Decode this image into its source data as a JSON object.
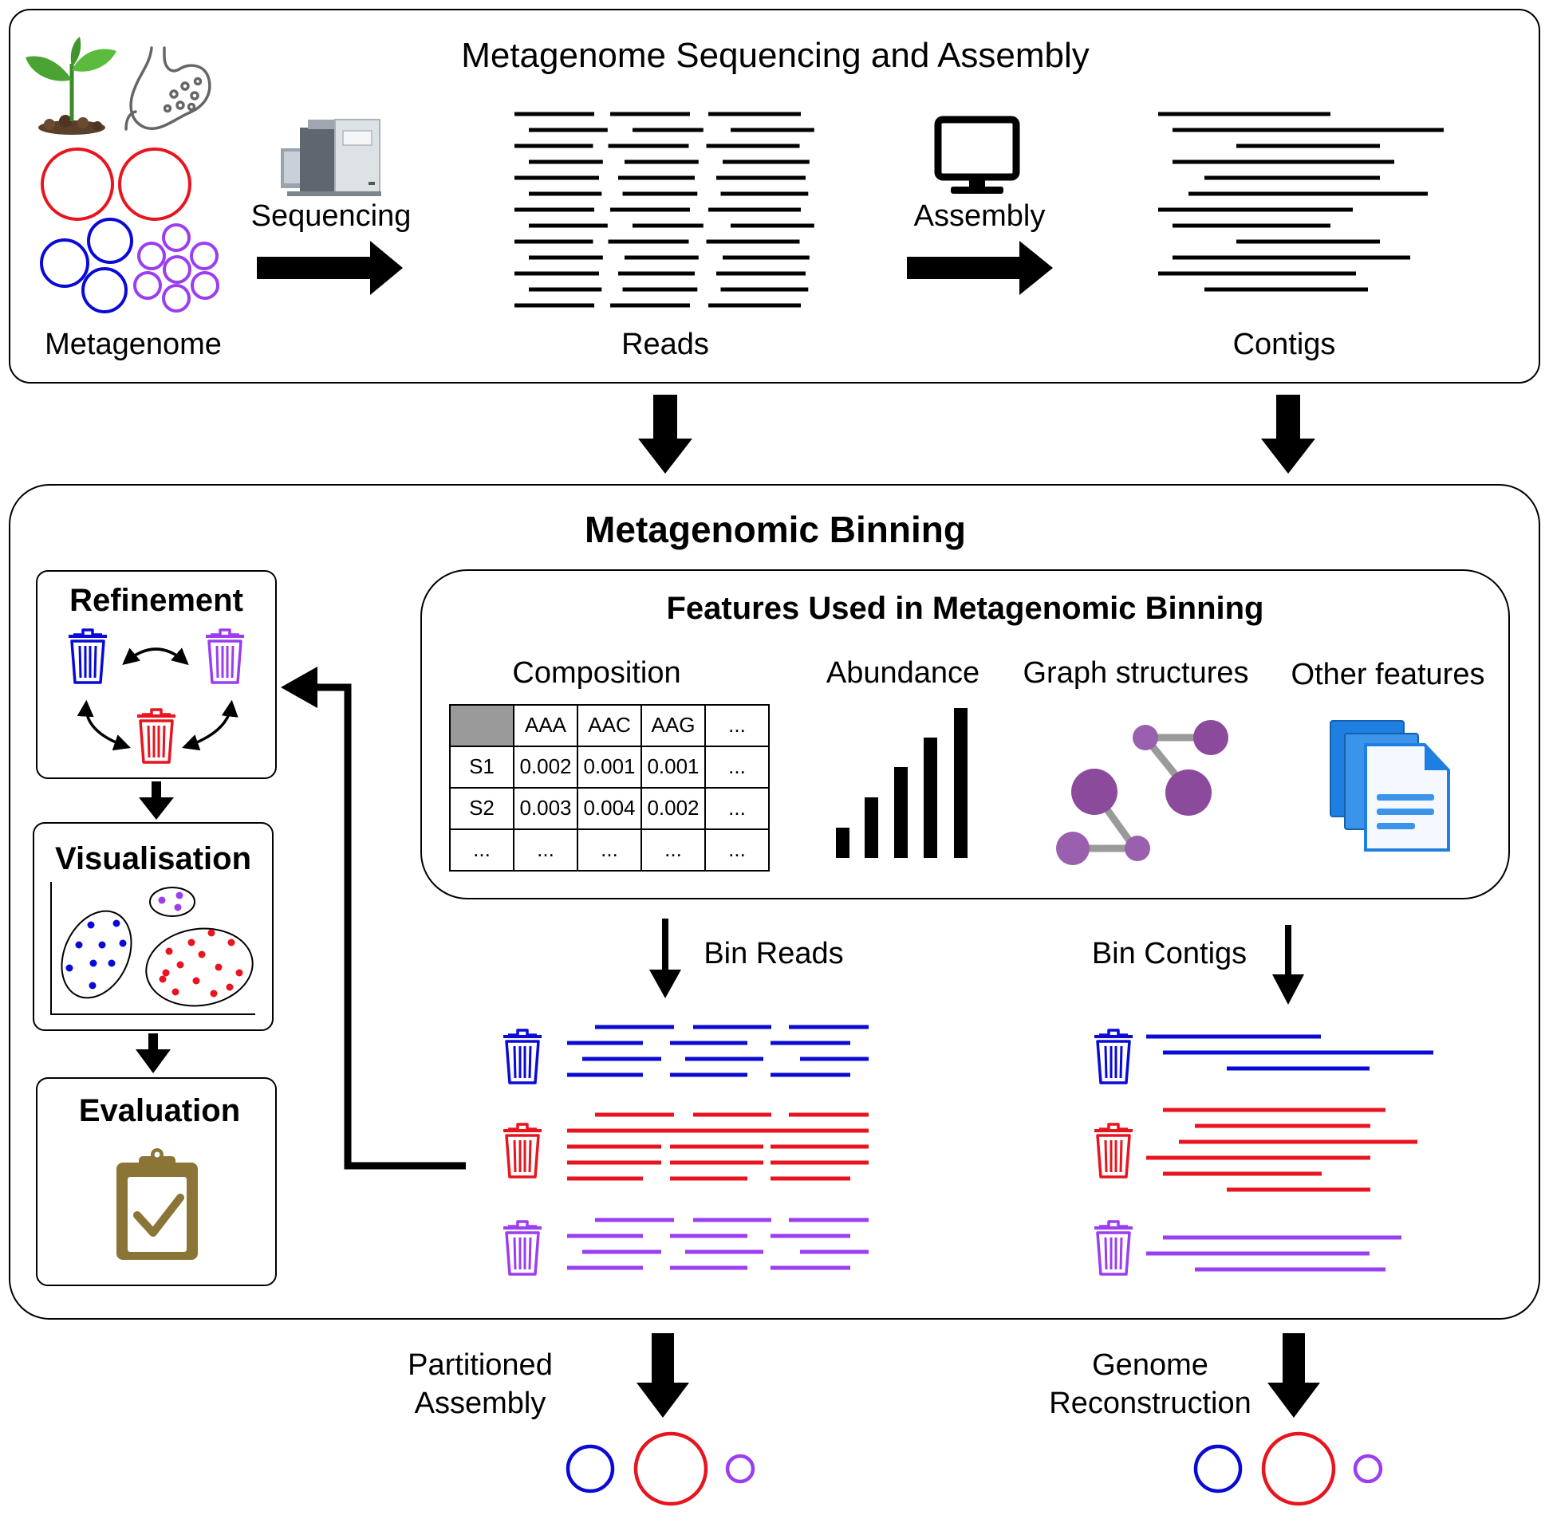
{
  "top": {
    "title": "Metagenome Sequencing and Assembly",
    "metagenome_label": "Metagenome",
    "sequencing_label": "Sequencing",
    "reads_label": "Reads",
    "assembly_label": "Assembly",
    "contigs_label": "Contigs"
  },
  "binning": {
    "title": "Metagenomic Binning",
    "refinement_title": "Refinement",
    "visualisation_title": "Visualisation",
    "evaluation_title": "Evaluation",
    "features": {
      "title": "Features Used in Metagenomic Binning",
      "composition_label": "Composition",
      "abundance_label": "Abundance",
      "graph_label": "Graph structures",
      "other_label": "Other features",
      "table": {
        "header": [
          "",
          "AAA",
          "AAC",
          "AAG",
          "..."
        ],
        "rows": [
          [
            "S1",
            "0.002",
            "0.001",
            "0.001",
            "..."
          ],
          [
            "S2",
            "0.003",
            "0.004",
            "0.002",
            "..."
          ],
          [
            "...",
            "...",
            "...",
            "...",
            "..."
          ]
        ]
      }
    },
    "bin_reads_label": "Bin Reads",
    "bin_contigs_label": "Bin Contigs"
  },
  "bottom": {
    "partitioned_line1": "Partitioned",
    "partitioned_line2": "Assembly",
    "genome_line1": "Genome",
    "genome_line2": "Reconstruction"
  },
  "colors": {
    "blue": "#0a0ad6",
    "red": "#e8141e",
    "purple": "#9b3df0",
    "graph_node": "#8b4a9c",
    "doc_blue": "#1f7fe0",
    "clipboard": "#8a7436"
  },
  "icons": [
    "plant-icon",
    "stomach-icon",
    "sequencer-icon",
    "computer-monitor-icon",
    "trash-bin-icon",
    "bar-chart-icon",
    "graph-network-icon",
    "documents-icon",
    "clipboard-check-icon"
  ]
}
